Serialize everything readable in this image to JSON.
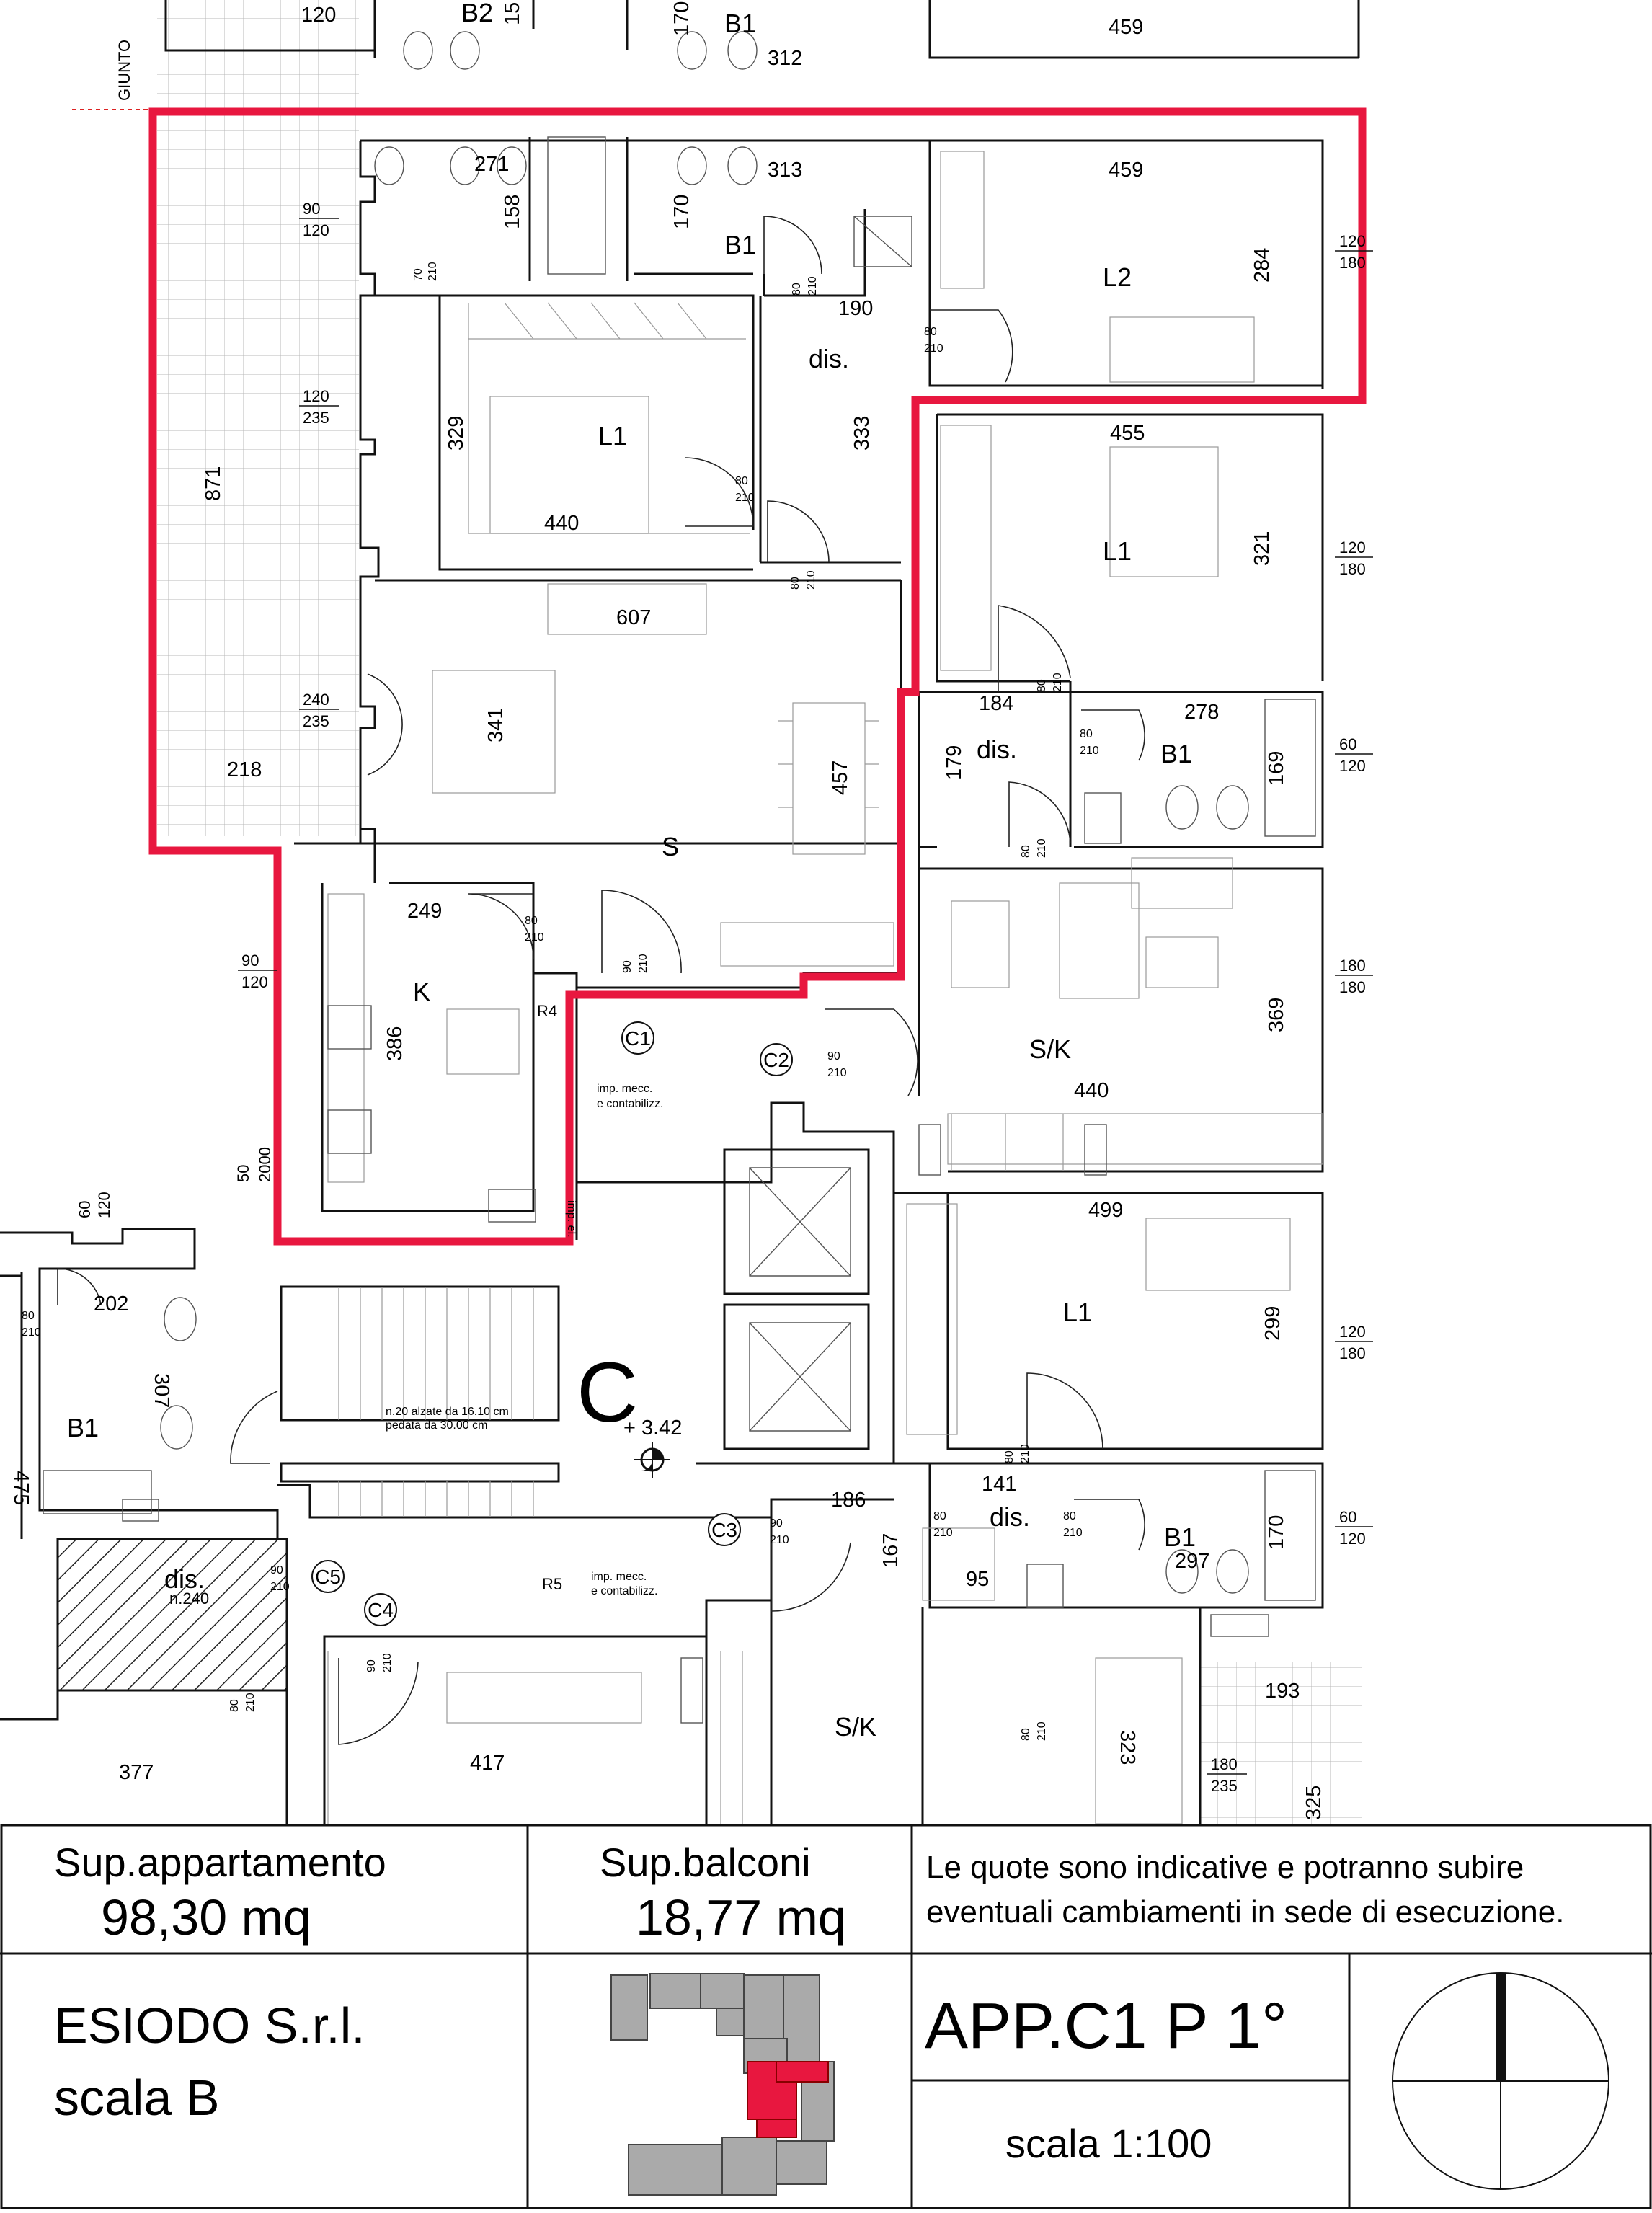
{
  "labels": {
    "giunto": "GIUNTO",
    "stair_note_1": "n.20 alzate da 16.10 cm",
    "stair_note_2": "pedata da 30.00 cm",
    "imp_1": "imp. mecc.",
    "imp_2": "e contabilizz.",
    "imp_3": "imp. mecc.",
    "imp_4": "e contabilizz.",
    "imp_vert": "imp. el.",
    "elevation": "+ 3.42",
    "core": "C",
    "r4": "R4",
    "r5": "R5",
    "n240": "n.240"
  },
  "rooms": {
    "b2_top": "B2",
    "b1_top": "B1",
    "b1_main": "B1",
    "l2": "L2",
    "l1_main": "L1",
    "dis_main": "dis.",
    "s_main": "S",
    "k_main": "K",
    "l1_right": "L1",
    "dis_right": "dis.",
    "b1_right": "B1",
    "sk_right": "S/K",
    "l1_lower": "L1",
    "dis_lower": "dis.",
    "b1_lower": "B1",
    "sk_lower": "S/K",
    "b1_left": "B1",
    "dis_left": "dis."
  },
  "circles": [
    "C1",
    "C2",
    "C3",
    "C4",
    "C5"
  ],
  "dims": {
    "d120_top": "120",
    "d170_top": "170",
    "d312": "312",
    "d459_top": "459",
    "d15": "15",
    "d271": "271",
    "d313": "313",
    "d158": "158",
    "d170": "170",
    "d459": "459",
    "d284": "284",
    "d190": "190",
    "d333": "333",
    "d329": "329",
    "d440": "440",
    "d871": "871",
    "d455": "455",
    "d321": "321",
    "d607": "607",
    "d341": "341",
    "d457": "457",
    "d218": "218",
    "d184": "184",
    "d278": "278",
    "d179": "179",
    "d169": "169",
    "d249": "249",
    "d386": "386",
    "d369": "369",
    "d440b": "440",
    "d499": "499",
    "d299": "299",
    "d202": "202",
    "d307": "307",
    "d475": "475",
    "d186": "186",
    "d141": "141",
    "d167": "167",
    "d297": "297",
    "d95": "95",
    "d170b": "170",
    "d193": "193",
    "d377": "377",
    "d417": "417",
    "d323": "323",
    "d325": "325"
  },
  "fractions": {
    "f90_120": [
      "90",
      "120"
    ],
    "f70_210": [
      "70",
      "210"
    ],
    "f120_235": [
      "120",
      "235"
    ],
    "f240_235": [
      "240",
      "235"
    ],
    "f80_210a": [
      "80",
      "210"
    ],
    "f80_210b": [
      "80",
      "210"
    ],
    "f80_210c": [
      "80",
      "210"
    ],
    "f80_210d": [
      "80",
      "210"
    ],
    "f120_180a": [
      "120",
      "180"
    ],
    "f120_180b": [
      "120",
      "180"
    ],
    "f60_120a": [
      "60",
      "120"
    ],
    "f80_210e": [
      "80",
      "210"
    ],
    "f80_210f": [
      "80",
      "210"
    ],
    "f80_210g": [
      "80",
      "210"
    ],
    "f90_120b": [
      "90",
      "120"
    ],
    "f80_210h": [
      "80",
      "210"
    ],
    "f90_210a": [
      "90",
      "210"
    ],
    "f90_210b": [
      "90",
      "210"
    ],
    "f180_180": [
      "180",
      "180"
    ],
    "f50_2000": [
      "50",
      "2000"
    ],
    "f60_120b": [
      "60",
      "120"
    ],
    "f80_210i": [
      "80",
      "210"
    ],
    "f120_180c": [
      "120",
      "180"
    ],
    "f80_210j": [
      "80",
      "210"
    ],
    "f90_210c": [
      "90",
      "210"
    ],
    "f80_210k": [
      "80",
      "210"
    ],
    "f80_210l": [
      "80",
      "210"
    ],
    "f60_120c": [
      "60",
      "120"
    ],
    "f90_210d": [
      "90",
      "210"
    ],
    "f90_210e": [
      "90",
      "210"
    ],
    "f80_210m": [
      "80",
      "210"
    ],
    "f180_235": [
      "180",
      "235"
    ],
    "f80_210n": [
      "80",
      "210"
    ]
  },
  "legend": {
    "sup_app_label": "Sup.appartamento",
    "sup_app_value": "98,30 mq",
    "sup_bal_label": "Sup.balconi",
    "sup_bal_value": "18,77 mq",
    "note_line1": "Le quote sono indicative e potranno subire",
    "note_line2": "eventuali cambiamenti in sede di esecuzione.",
    "company": "ESIODO S.r.l.",
    "stair": "scala B",
    "apartment": "APP.C1 P 1°",
    "scale": "scala 1:100"
  },
  "colors": {
    "highlight": "#e8173f",
    "line": "#111111"
  }
}
